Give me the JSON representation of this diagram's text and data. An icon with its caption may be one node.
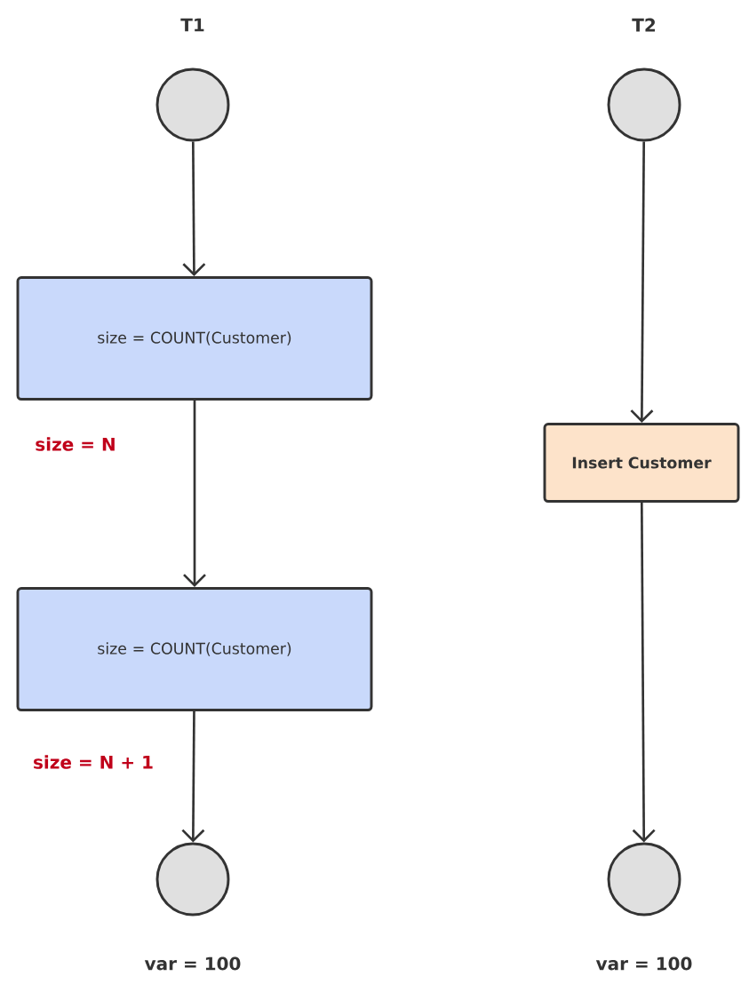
{
  "diagram": {
    "nodes": [
      {
        "text": [],
        "shape": "circle"
      },
      {
        "text": [
          "size = COUNT(Customer)"
        ]
      },
      {
        "text": [
          "size = COUNT(Customer)"
        ]
      },
      {
        "text": [],
        "shape": "circle"
      },
      {
        "text": [],
        "shape": "circle"
      },
      {
        "text": [
          "Insert Customer"
        ]
      },
      {
        "text": [],
        "shape": "circle"
      }
    ],
    "edges": [
      {
        "from": 0,
        "to": 1,
        "arrow": "to"
      },
      {
        "from": 1,
        "to": 2,
        "arrow": "to"
      },
      {
        "from": 2,
        "to": 3,
        "arrow": "to"
      },
      {
        "from": 4,
        "to": 5,
        "arrow": "to"
      },
      {
        "from": 5,
        "to": 6,
        "arrow": "to"
      }
    ],
    "labels": [
      "T1",
      "T2",
      "size = N",
      "size = N + 1",
      "var = 100",
      "var = 100"
    ]
  }
}
